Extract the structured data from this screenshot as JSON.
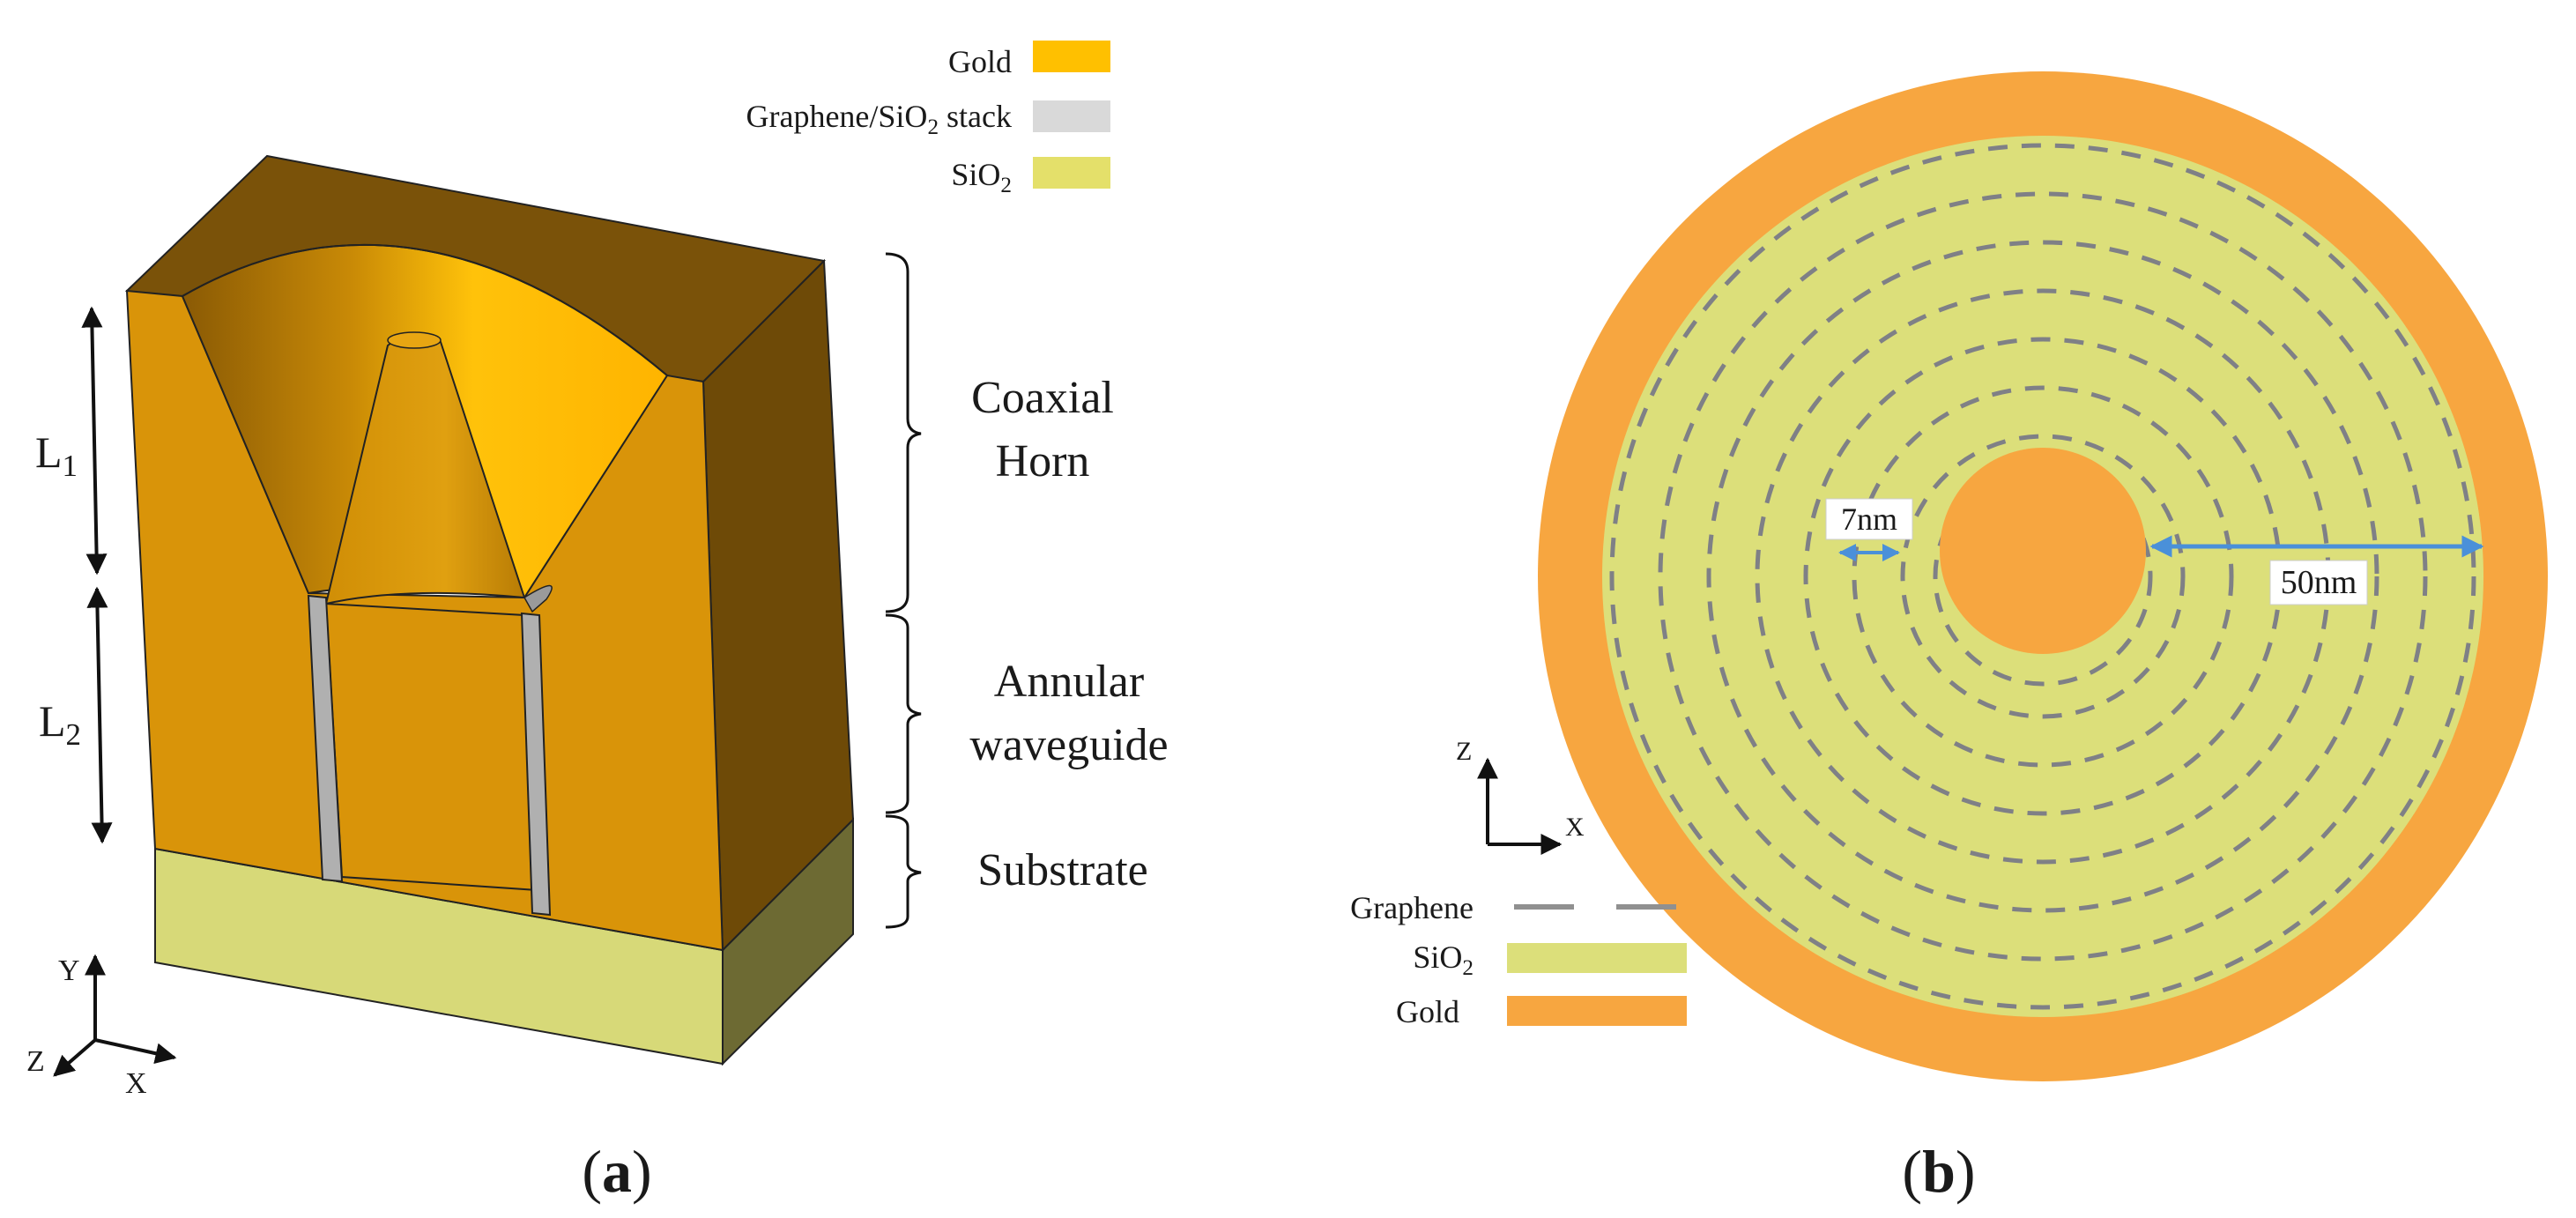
{
  "panel_a": {
    "legend": [
      {
        "text": "Gold",
        "color": "#FFC000"
      },
      {
        "text": "Graphene/SiO",
        "sub": "2",
        "tail": " stack",
        "color": "#D9D9D9"
      },
      {
        "text": "SiO",
        "sub": "2",
        "tail": "",
        "color": "#E4E06A"
      }
    ],
    "dims": {
      "l1": "L",
      "l1_sub": "1",
      "l2": "L",
      "l2_sub": "2"
    },
    "regions": {
      "horn_line1": "Coaxial",
      "horn_line2": "Horn",
      "wg_line1": "Annular",
      "wg_line2": "waveguide",
      "substrate": "Substrate"
    },
    "axes": {
      "y": "Y",
      "z": "Z",
      "x": "X"
    },
    "caption_open": "(",
    "caption_letter": "a",
    "caption_close": ")"
  },
  "panel_b": {
    "dim_small": "7nm",
    "dim_large": "50nm",
    "axes": {
      "z": "Z",
      "x": "X"
    },
    "legend": [
      {
        "text": "Graphene",
        "color": "#909090"
      },
      {
        "text": "SiO",
        "sub": "2",
        "color": "#DCDF7A"
      },
      {
        "text": "Gold",
        "color": "#F7A640"
      }
    ],
    "caption_open": "(",
    "caption_letter": "b",
    "caption_close": ")"
  },
  "colors": {
    "gold_front": "#D99409",
    "gold_top": "#7A5209",
    "gold_right": "#6E4A07",
    "gold_bright": "#FFC000",
    "substrate_front": "#D7D978",
    "substrate_side": "#6D6A33",
    "graphene_strip": "#B0B0B0",
    "ring_gold": "#F7A640",
    "ring_sio2": "#DCDF7A",
    "dash": "#7F8086",
    "arrow_blue": "#4A90D9"
  }
}
